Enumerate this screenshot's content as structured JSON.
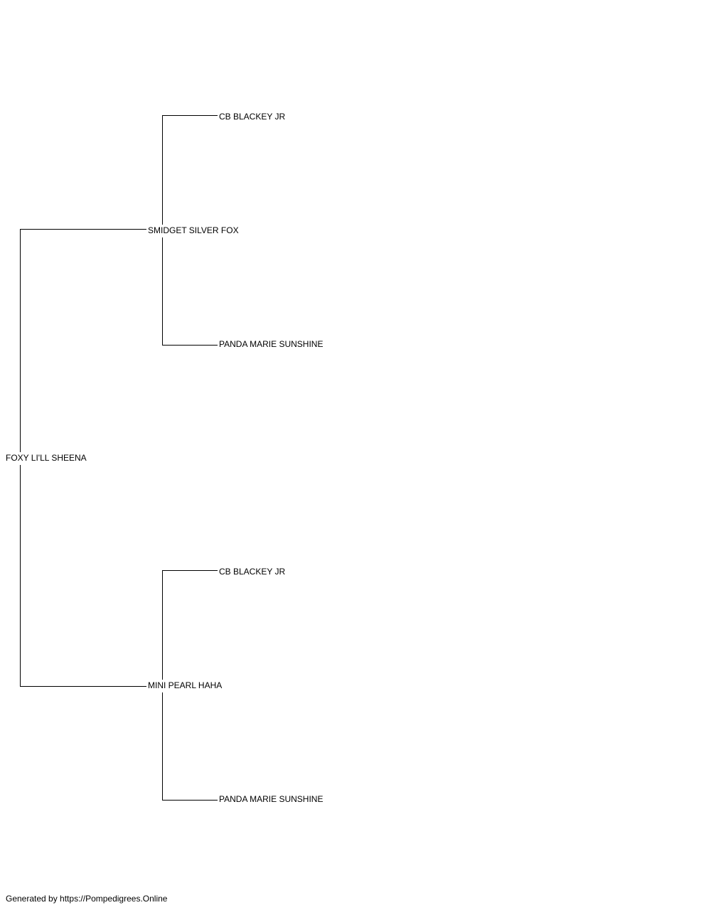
{
  "pedigree": {
    "subject": "FOXY LI'LL SHEENA",
    "sire": "SMIDGET SILVER FOX",
    "dam": "MINI PEARL HAHA",
    "sire_sire": "CB BLACKEY JR",
    "sire_dam": "PANDA MARIE SUNSHINE",
    "dam_sire": "CB BLACKEY JR",
    "dam_dam": "PANDA MARIE SUNSHINE"
  },
  "footer": {
    "text": "Generated by https://Pompedigrees.Online"
  }
}
